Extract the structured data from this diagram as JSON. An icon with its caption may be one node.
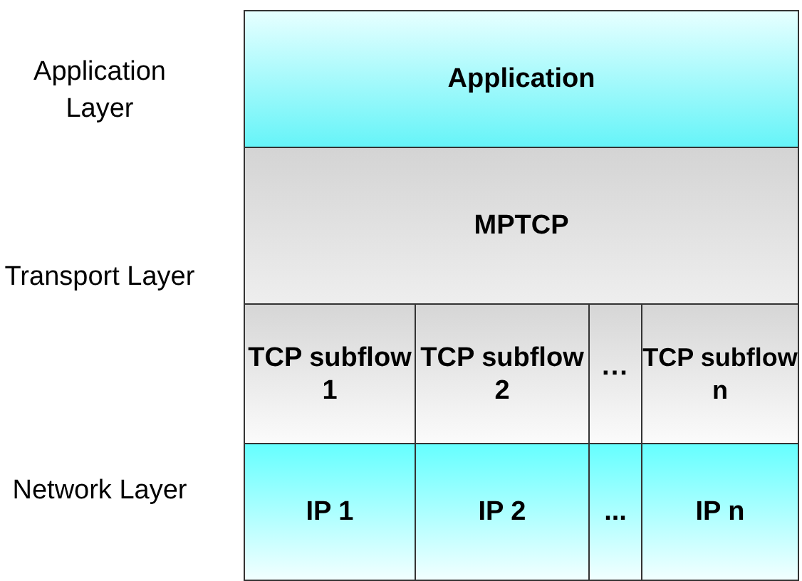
{
  "diagram": {
    "nodes": [
      {
        "text": [
          "Application"
        ]
      },
      {
        "text": [
          "MPTCP"
        ]
      },
      {
        "text": [
          "TCP subflow 1"
        ]
      },
      {
        "text": [
          "TCP subflow 2"
        ]
      },
      {
        "text": [
          "···"
        ]
      },
      {
        "text": [
          "TCP subflow n"
        ]
      },
      {
        "text": [
          "IP 1"
        ]
      },
      {
        "text": [
          "IP 2"
        ]
      },
      {
        "text": [
          "..."
        ]
      },
      {
        "text": [
          "IP n"
        ]
      }
    ],
    "labels": [
      "Application Layer",
      "Transport Layer",
      "Network Layer"
    ]
  }
}
